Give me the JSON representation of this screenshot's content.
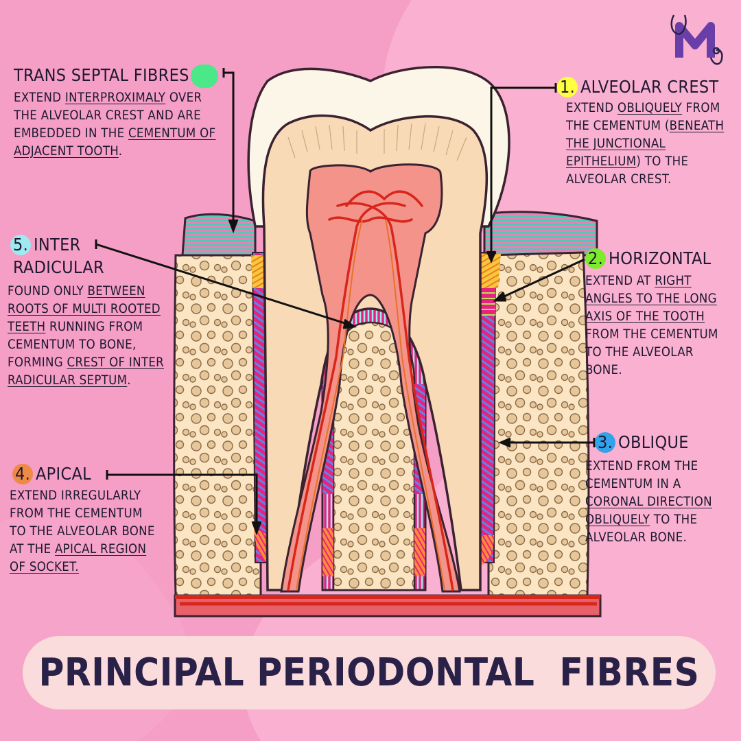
{
  "title": "PRINCIPAL PERIODONTAL  FIBRES",
  "colors": {
    "background": "#f59ec6",
    "pill": "#fbdcdc",
    "text": "#1d1830",
    "gum": "#ee5d9b",
    "enamel": "#fbf6e7",
    "dentin": "#f8dab6",
    "pulp": "#f3938a",
    "vessel": "#d8261b",
    "bone": "#fbe5c2",
    "alveolar_crest": "#ffff40",
    "horizontal": "#7dea2c",
    "oblique": "#32a2ea",
    "apical": "#ee8a45",
    "inter_radicular": "#9eeaf0",
    "trans_septal": "#4be88a"
  },
  "logo_icon": "stethoscope-m-logo",
  "labels": {
    "trans_septal": {
      "heading": "TRANS SEPTAL FIBRES",
      "lines": [
        "EXTEND ",
        "INTERPROXIMALY",
        " OVER THE ALVEOLAR CREST AND ARE EMBEDDED IN THE ",
        "CEMENTUM OF ADJACENT TOOTH",
        "."
      ]
    },
    "alveolar_crest": {
      "num": "1.",
      "heading": "ALVEOLAR CREST",
      "lines": [
        "EXTEND ",
        "OBLIQUELY",
        " FROM THE CEMENTUM (",
        "BENEATH THE JUNCTIONAL EPITHELIUM",
        ") TO THE ALVEOLAR CREST."
      ]
    },
    "horizontal": {
      "num": "2.",
      "heading": "HORIZONTAL",
      "lines": [
        "EXTEND AT ",
        "RIGHT ANGLES TO THE LONG AXIS OF THE TOOTH ",
        "FROM THE CEMENTUM TO THE ALVEOLAR BONE."
      ]
    },
    "oblique": {
      "num": "3.",
      "heading": "OBLIQUE",
      "lines": [
        "EXTEND FROM THE CEMENTUM IN A ",
        "CORONAL DIRECTION OBLIQUELY",
        " TO THE ALVEOLAR BONE."
      ]
    },
    "apical": {
      "num": "4.",
      "heading": "APICAL",
      "lines": [
        "EXTEND IRREGULARLY FROM THE CEMENTUM TO THE ALVEOLAR BONE AT THE ",
        "APICAL REGION OF SOCKET.",
        " "
      ]
    },
    "inter_radicular": {
      "num": "5.",
      "heading_a": "INTER",
      "heading_b": "RADICULAR",
      "lines": [
        "FOUND ONLY ",
        "BETWEEN ROOTS OF MULTI ROOTED TEETH",
        " RUNNING FROM CEMENTUM TO BONE, FORMING ",
        "CREST OF INTER RADICULAR SEPTUM",
        "."
      ]
    }
  }
}
